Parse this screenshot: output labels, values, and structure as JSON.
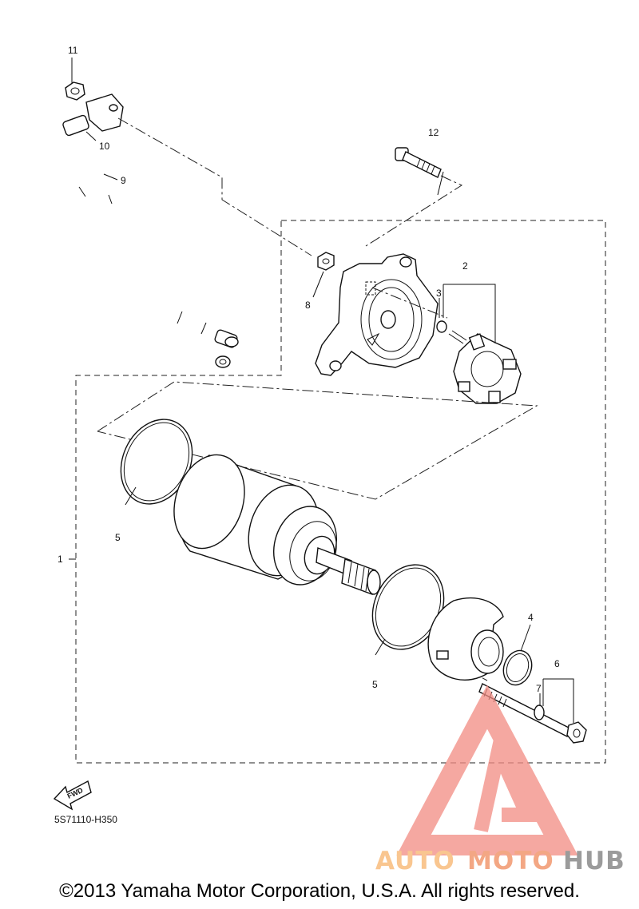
{
  "callouts": {
    "c1": "1",
    "c2": "2",
    "c3": "3",
    "c4": "4",
    "c5a": "5",
    "c5b": "5",
    "c6": "6",
    "c7": "7",
    "c8": "8",
    "c9": "9",
    "c10": "10",
    "c11": "11",
    "c12": "12"
  },
  "fwd_label": "FWD",
  "diagram_code": "5S71110-H350",
  "watermark": {
    "brand_part1": "AUTO",
    "brand_part2": "MOTO",
    "brand_part3": "HUB",
    "color_light": "#f7b36b",
    "color_mid": "#f08a5b",
    "color_dark": "#7a7a7a",
    "triangle_color": "#f28b82"
  },
  "copyright": "©2013 Yamaha Motor Corporation, U.S.A. All rights reserved."
}
